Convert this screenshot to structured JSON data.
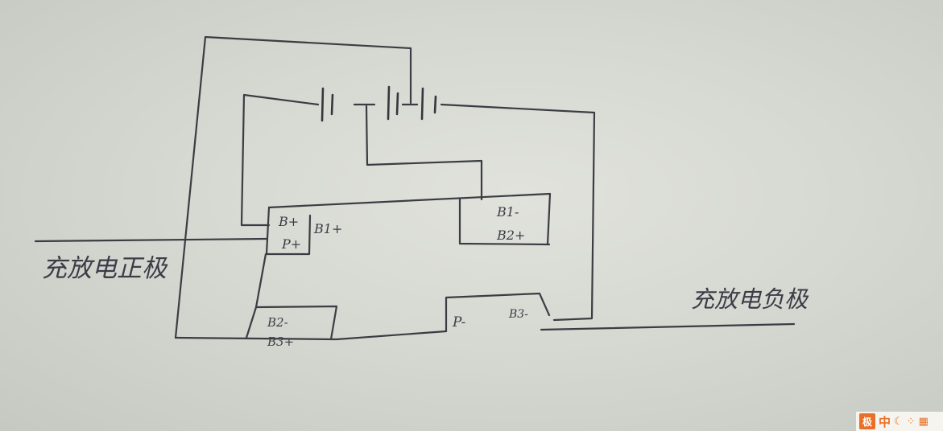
{
  "diagram": {
    "boards": {
      "top_left": {
        "label_b_plus": "B+",
        "label_p_plus": "P+",
        "label_b1_plus": "B1+"
      },
      "top_right": {
        "label_b1_minus": "B1-",
        "label_b2_plus": "B2+"
      },
      "bottom_left": {
        "label_b2_minus": "B2-",
        "label_b3_plus": "B3+"
      },
      "bottom_right": {
        "label_p_minus": "P-",
        "label_b3_minus": "B3-"
      }
    },
    "terminals": {
      "positive_label": "充放电正极",
      "negative_label": "充放电负极"
    },
    "battery": {
      "cells": 3
    }
  },
  "watermark": {
    "badge": "极",
    "lang": "中"
  },
  "colors": {
    "ink": "#3a3d43",
    "paper": "#d9dad4",
    "watermark_accent": "#e8702a"
  }
}
